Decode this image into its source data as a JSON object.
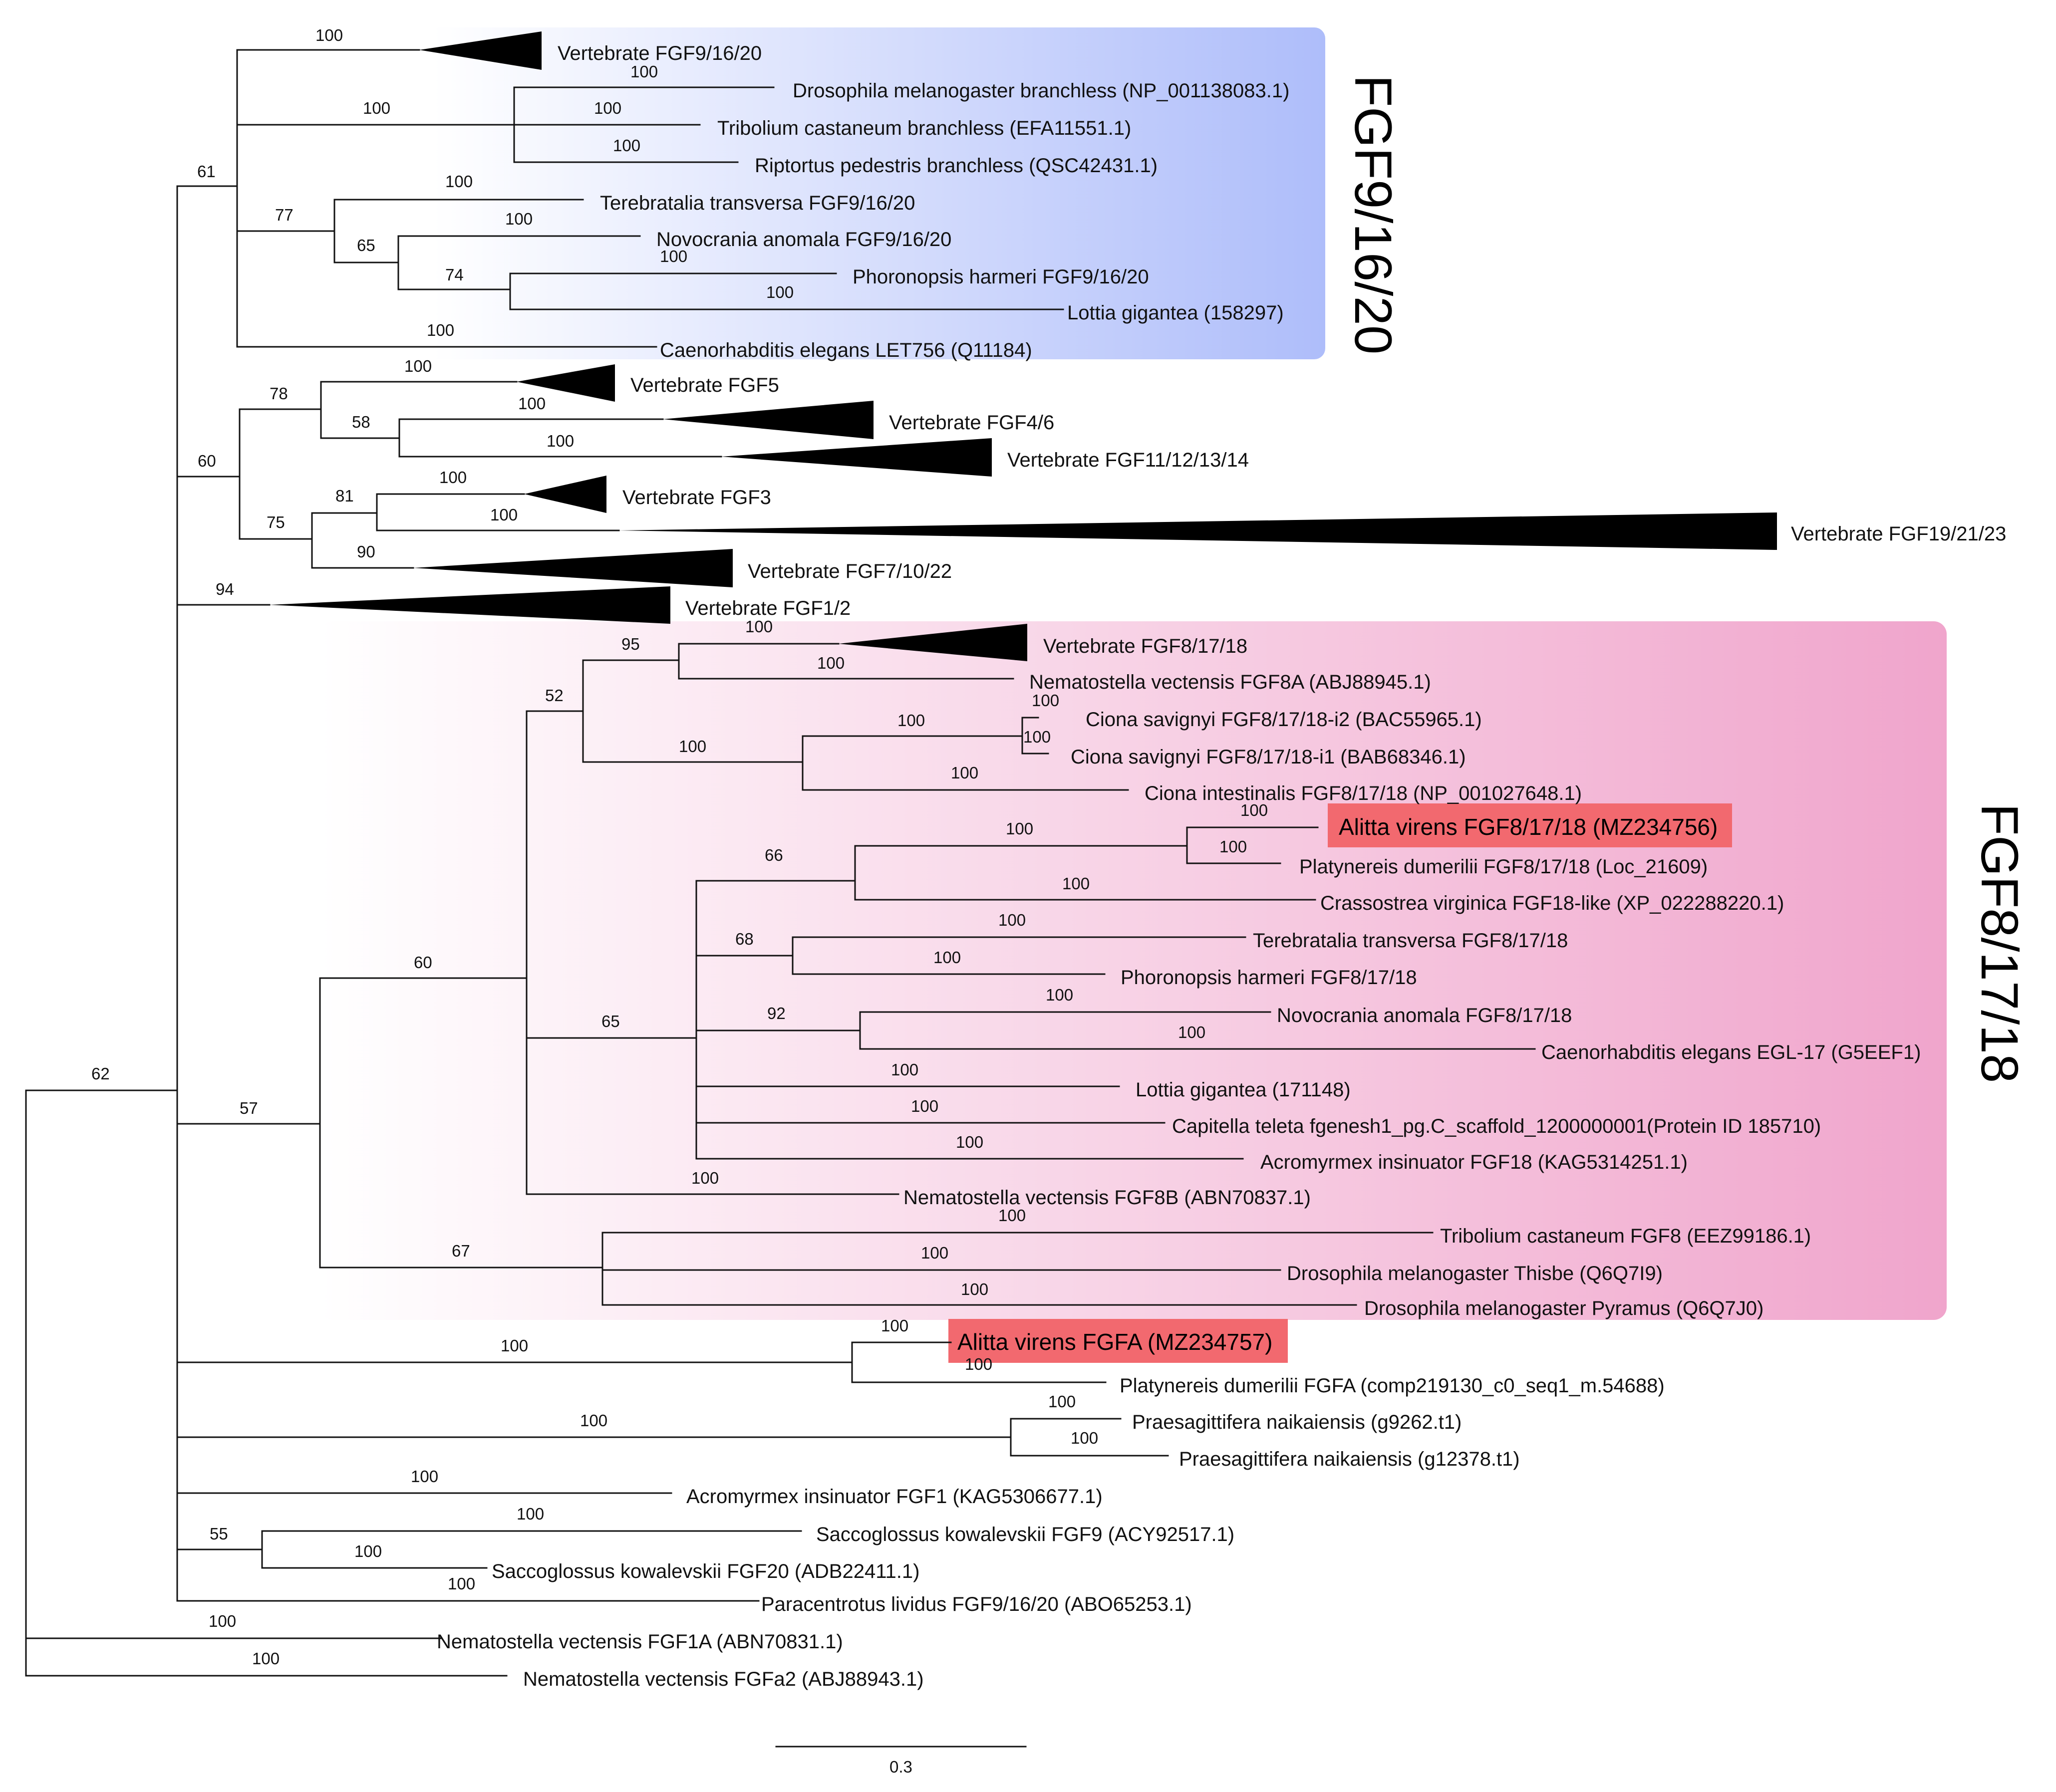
{
  "clades": {
    "fgf91620": {
      "label": "FGF9/16/20",
      "color_from": "#ffffff",
      "color_to": "#aebdfa"
    },
    "fgf81718": {
      "label": "FGF8/17/18",
      "color_from": "#ffffff",
      "color_to": "#f0a5cc"
    }
  },
  "highlight_color": "#f2696f",
  "scale_bar": {
    "label": "0.3",
    "value": 0.3
  },
  "leaves": {
    "v91620": "Vertebrate FGF9/16/20",
    "dmel_branchless": "Drosophila melanogaster branchless (NP_001138083.1)",
    "tcas_branchless": "Tribolium castaneum branchless (EFA11551.1)",
    "rped_branchless": "Riptortus pedestris branchless (QSC42431.1)",
    "ttra_91620": "Terebratalia transversa FGF9/16/20",
    "nano_91620": "Novocrania anomala FGF9/16/20",
    "phar_91620": "Phoronopsis harmeri FGF9/16/20",
    "lgig_158297": "Lottia gigantea (158297)",
    "cele_let756": "Caenorhabditis elegans LET756 (Q11184)",
    "v5": "Vertebrate FGF5",
    "v46": "Vertebrate FGF4/6",
    "v11": "Vertebrate FGF11/12/13/14",
    "v3": "Vertebrate FGF3",
    "v19": "Vertebrate FGF19/21/23",
    "v7": "Vertebrate FGF7/10/22",
    "v12": "Vertebrate FGF1/2",
    "v81718": "Vertebrate FGF8/17/18",
    "nvec_8a": "Nematostella vectensis FGF8A (ABJ88945.1)",
    "csav_i2": "Ciona savignyi FGF8/17/18-i2 (BAC55965.1)",
    "csav_i1": "Ciona savignyi FGF8/17/18-i1 (BAB68346.1)",
    "cint": "Ciona intestinalis FGF8/17/18 (NP_001027648.1)",
    "avir_81718": "Alitta virens FGF8/17/18 (MZ234756)",
    "pdum_81718": "Platynereis dumerilii FGF8/17/18 (Loc_21609)",
    "cvir": "Crassostrea virginica FGF18-like (XP_022288220.1)",
    "ttra_81718": "Terebratalia transversa FGF8/17/18",
    "phar_81718": "Phoronopsis harmeri FGF8/17/18",
    "nano_81718": "Novocrania anomala FGF8/17/18",
    "cele_egl17": "Caenorhabditis elegans EGL-17 (G5EEF1)",
    "lgig_171148": "Lottia gigantea (171148)",
    "ctel": "Capitella teleta fgenesh1_pg.C_scaffold_1200000001(Protein ID 185710)",
    "ains_fgf18": "Acromyrmex insinuator FGF18 (KAG5314251.1)",
    "nvec_8b": "Nematostella vectensis FGF8B (ABN70837.1)",
    "tcas_fgf8": "Tribolium castaneum FGF8 (EEZ99186.1)",
    "dmel_thisbe": "Drosophila melanogaster Thisbe (Q6Q7I9)",
    "dmel_pyramus": "Drosophila melanogaster Pyramus (Q6Q7J0)",
    "avir_fgfa": "Alitta virens FGFA (MZ234757)",
    "pdum_fgfa": "Platynereis dumerilii FGFA (comp219130_c0_seq1_m.54688)",
    "pnai_9262": "Praesagittifera naikaiensis (g9262.t1)",
    "pnai_12378": "Praesagittifera naikaiensis (g12378.t1)",
    "ains_fgf1": "Acromyrmex insinuator FGF1 (KAG5306677.1)",
    "skow_fgf9": "Saccoglossus kowalevskii FGF9 (ACY92517.1)",
    "skow_fgf20": "Saccoglossus kowalevskii FGF20 (ADB22411.1)",
    "pliv": "Paracentrotus lividus FGF9/16/20 (ABO65253.1)",
    "nvec_1a": "Nematostella vectensis FGF1A (ABN70831.1)",
    "nvec_a2": "Nematostella vectensis FGFa2 (ABJ88943.1)"
  },
  "support": {
    "s_v91620": "100",
    "s_br_clade": "100",
    "s_dmel": "100",
    "s_tcas": "100",
    "s_rped": "100",
    "s_lopho": "77",
    "s_ttra": "100",
    "s_nano_phar": "65",
    "s_nano": "100",
    "s_phar_lgig": "74",
    "s_phar": "100",
    "s_lgig": "100",
    "s_cele": "100",
    "s_grp1": "61",
    "s_grp2": "60",
    "s_c78": "78",
    "s_v5": "100",
    "s_c58": "58",
    "s_v46": "100",
    "s_v11": "100",
    "s_c75": "75",
    "s_c81": "81",
    "s_v3": "100",
    "s_v19": "100",
    "s_c90": "90",
    "s_v12": "94",
    "s_c57": "57",
    "s_c60": "60",
    "s_c52": "52",
    "s_c95": "95",
    "s_v81718": "100",
    "s_nvec8a": "100",
    "s_ciona": "100",
    "s_csav": "100",
    "s_csav_i2": "100",
    "s_csav_i1": "100",
    "s_cint": "100",
    "s_c65": "65",
    "s_c66": "66",
    "s_nereid": "100",
    "s_avir": "100",
    "s_pdum": "100",
    "s_cvir": "100",
    "s_c68": "68",
    "s_ttra8": "100",
    "s_phar8": "100",
    "s_c92": "92",
    "s_nano8": "100",
    "s_egl17": "100",
    "s_lgig8": "100",
    "s_ctel": "100",
    "s_ains18": "100",
    "s_nvec8b": "100",
    "s_c67": "67",
    "s_tcas8": "100",
    "s_thisbe": "100",
    "s_pyramus": "100",
    "s_fgfa_clade": "100",
    "s_avirA": "100",
    "s_pdumA": "100",
    "s_pnai_clade": "100",
    "s_pnai1": "100",
    "s_pnai2": "100",
    "s_ains1": "100",
    "s_c55": "55",
    "s_skow9": "100",
    "s_skow20": "100",
    "s_pliv": "100",
    "s_root_in": "62",
    "s_nvec1a": "100",
    "s_nvec_a2": "100"
  }
}
